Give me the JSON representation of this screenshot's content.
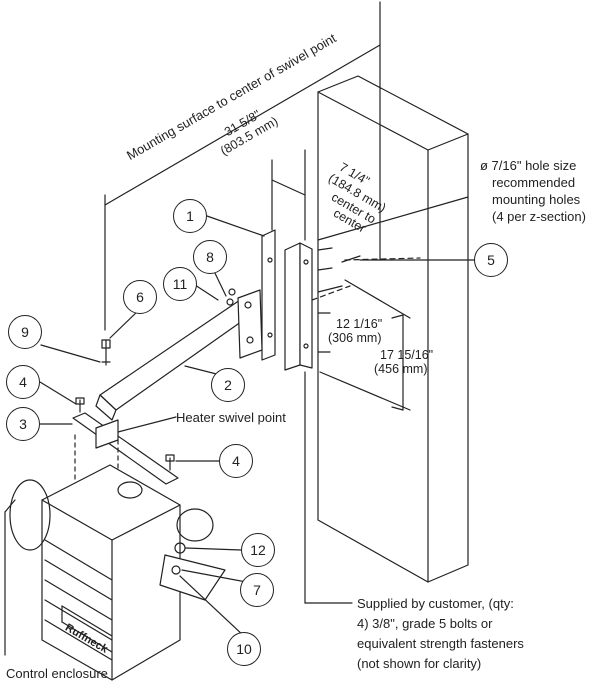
{
  "dimensions": {
    "mount_to_swivel": {
      "title": "Mounting surface to center of swivel point",
      "value": "31 5/8\"",
      "metric": "(803.5 mm)"
    },
    "center_to_center": {
      "value": "7 1/4\"",
      "metric": "(184.8 mm)",
      "line3": "center to",
      "line4": "center"
    },
    "hole_spacing_small": {
      "value": "12 1/16\"",
      "metric": "(306 mm)"
    },
    "hole_spacing_large": {
      "value": "17 15/16\"",
      "metric": "(456 mm)"
    }
  },
  "notes": {
    "hole_size": [
      "ø 7/16\" hole size",
      "recommended",
      "mounting holes",
      "(4 per z-section)"
    ],
    "heater_swivel_point": "Heater swivel point",
    "customer_supplied": [
      "Supplied by customer, (qty:",
      "4) 3/8\", grade 5 bolts or",
      "equivalent strength fasteners",
      "(not shown for clarity)"
    ],
    "control_enclosure": "Control enclosure",
    "brand": "Ruffneck"
  },
  "callouts": {
    "c1": "1",
    "c2": "2",
    "c3": "3",
    "c4a": "4",
    "c4b": "4",
    "c5": "5",
    "c6": "6",
    "c7": "7",
    "c8": "8",
    "c9": "9",
    "c10": "10",
    "c11": "11",
    "c12": "12"
  }
}
